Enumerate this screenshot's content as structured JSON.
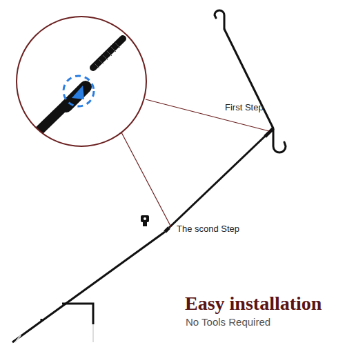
{
  "diagram": {
    "title": "Easy installation",
    "caption": "No Tools Required",
    "labels": [
      "First Step",
      "The scond Step"
    ]
  }
}
